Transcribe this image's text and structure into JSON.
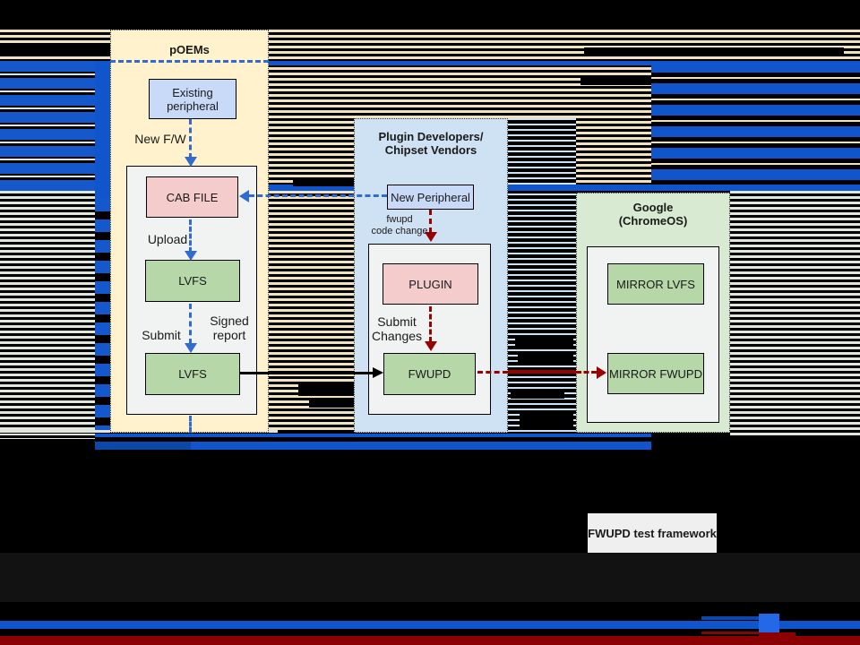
{
  "lanes": {
    "poems": {
      "title": "pOEMs"
    },
    "plugin": {
      "title": "Plugin Developers/\nChipset Vendors"
    },
    "google": {
      "title": "Google\n(ChromeOS)"
    }
  },
  "nodes": {
    "existing_peripheral": "Existing\nperipheral",
    "cab_file": "CAB FILE",
    "lvfs_upper": "LVFS",
    "lvfs_lower": "LVFS",
    "new_peripheral": "New Peripheral",
    "plugin": "PLUGIN",
    "fwupd": "FWUPD",
    "mirror_lvfs": "MIRROR LVFS",
    "mirror_fwupd": "MIRROR FWUPD",
    "test_framework": "FWUPD test framework"
  },
  "edge_labels": {
    "new_fw": "New F/W",
    "upload": "Upload",
    "submit": "Submit",
    "signed_report": "Signed\nreport",
    "fwupd_code_change": "fwupd\ncode change",
    "submit_changes": "Submit\nChanges"
  },
  "palette": {
    "lane_poems_bg": "#fff2cc",
    "lane_plugin_bg": "#cfe2f3",
    "lane_google_bg": "#d9ead3",
    "container_bg": "#f1f2f2",
    "node_pink": "#f4cccc",
    "node_green": "#b6d7a8",
    "node_blue": "#c9daf8",
    "node_gray": "#efefef",
    "arrow_blue": "#2f6bd0",
    "arrow_red": "#990000",
    "arrow_black": "#000000",
    "glitch_blue": "#1155cc",
    "glitch_tan": "#f0e2c0",
    "glitch_green": "#dfe8da",
    "glitch_light_blue": "#cfe2f3",
    "glitch_dark_red": "#8b0000"
  }
}
